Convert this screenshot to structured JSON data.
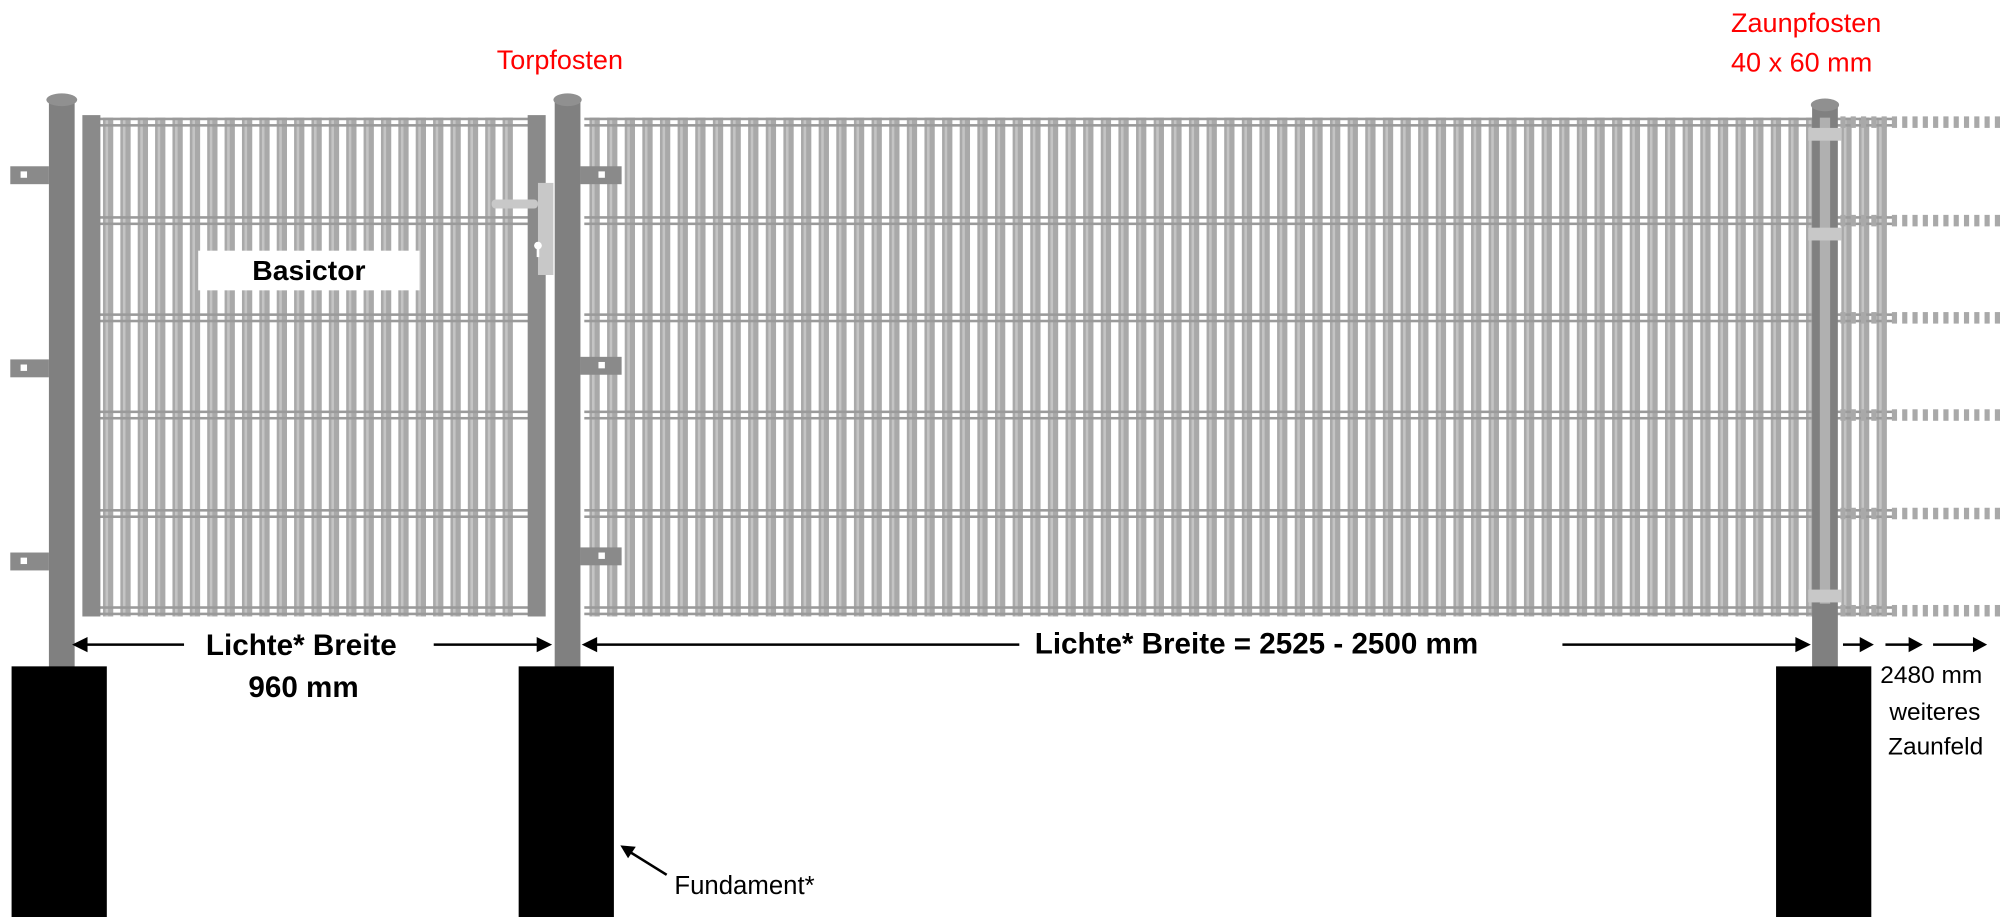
{
  "labels": {
    "gate_post": "Torpfosten",
    "fence_post_line1": "Zaunpfosten",
    "fence_post_line2": "40 x 60 mm",
    "gate_name": "Basictor",
    "gate_width_line1": "Lichte* Breite",
    "gate_width_line2": "960 mm",
    "field_width": "Lichte* Breite  =  2525 - 2500 mm",
    "next_field_line1": "2480 mm",
    "next_field_line2": "weiteres",
    "next_field_line3": "Zaunfeld",
    "foundation": "Fundament*"
  },
  "colors": {
    "label_red": "#ff0000",
    "foundation": "#000000",
    "post": "#808080",
    "bar": "#a9a9a9",
    "rail": "#9a9a9a",
    "bracket": "#c8c8c8"
  }
}
